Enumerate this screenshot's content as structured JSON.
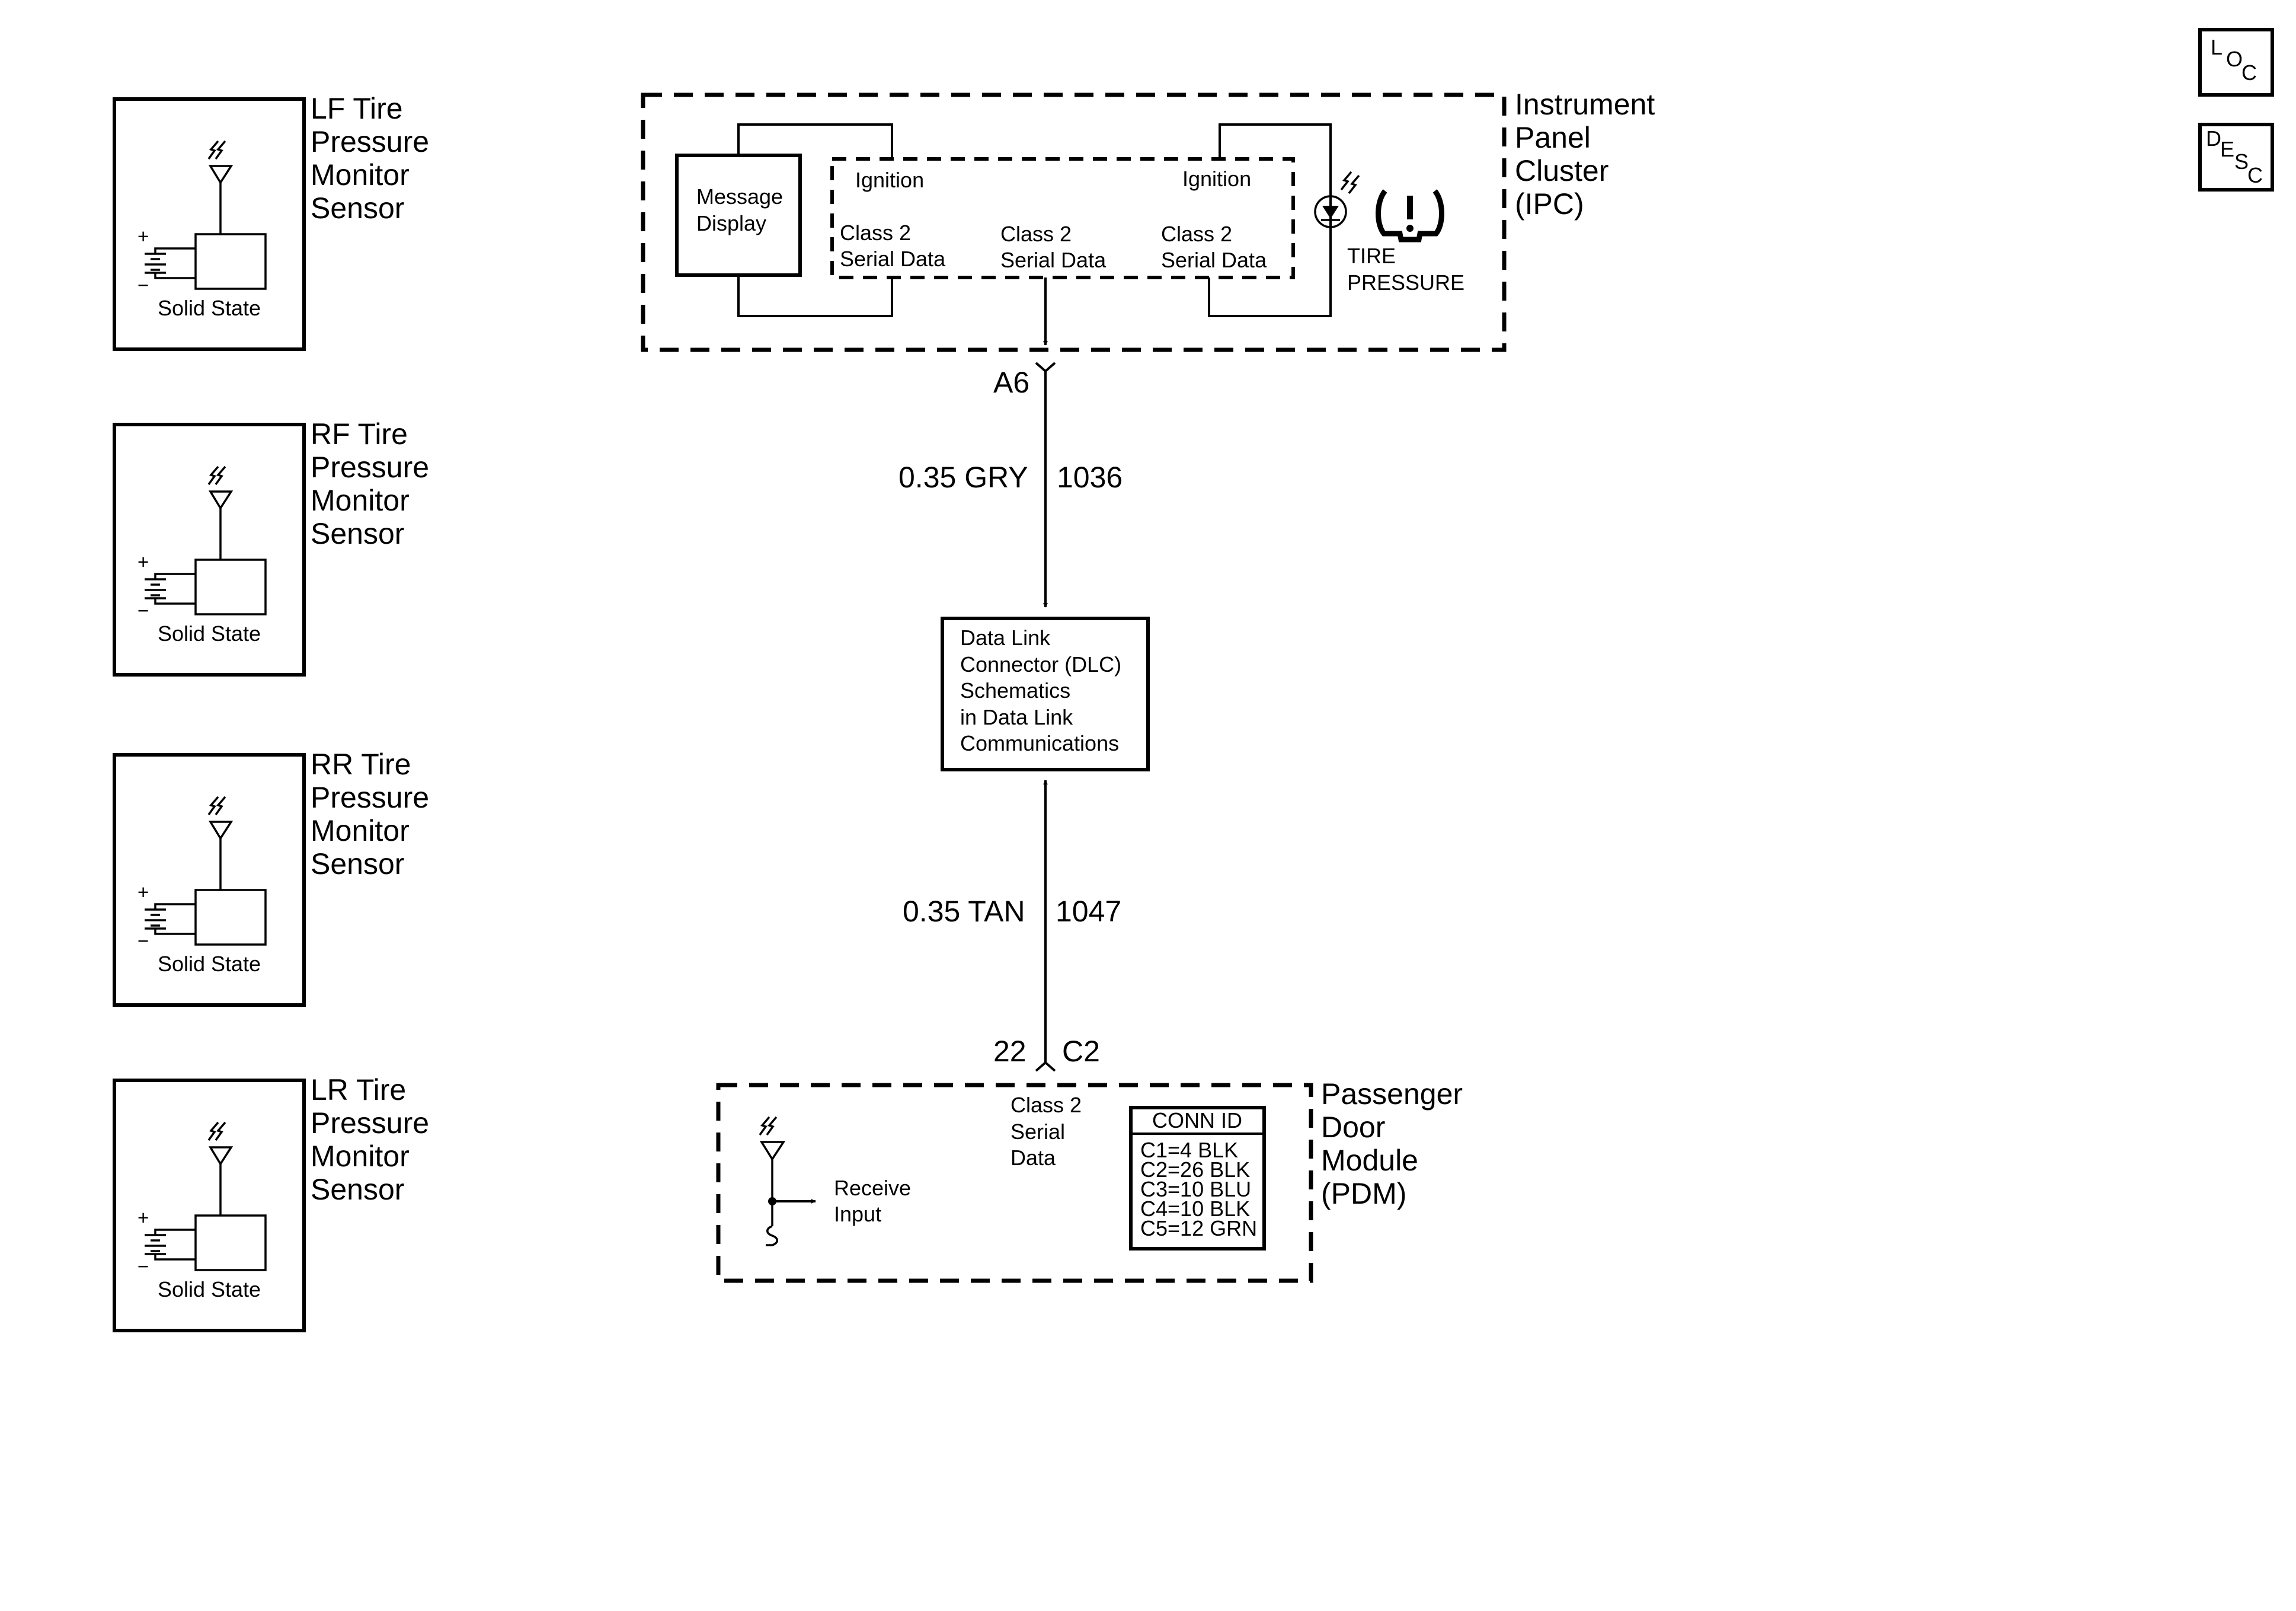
{
  "sensors": [
    {
      "title": [
        "LF Tire",
        "Pressure",
        "Monitor",
        "Sensor"
      ],
      "type_label": "Solid State"
    },
    {
      "title": [
        "RF Tire",
        "Pressure",
        "Monitor",
        "Sensor"
      ],
      "type_label": "Solid State"
    },
    {
      "title": [
        "RR Tire",
        "Pressure",
        "Monitor",
        "Sensor"
      ],
      "type_label": "Solid State"
    },
    {
      "title": [
        "LR Tire",
        "Pressure",
        "Monitor",
        "Sensor"
      ],
      "type_label": "Solid State"
    }
  ],
  "battery_plus": "+",
  "battery_minus": "−",
  "ipc": {
    "title": [
      "Instrument",
      "Panel",
      "Cluster",
      "(IPC)"
    ],
    "message_display": [
      "Message",
      "Display"
    ],
    "ignition_left": "Ignition",
    "ignition_right": "Ignition",
    "class2_left": [
      "Class 2",
      "Serial Data"
    ],
    "class2_center": [
      "Class 2",
      "Serial Data"
    ],
    "class2_right": [
      "Class 2",
      "Serial Data"
    ],
    "indicator": [
      "TIRE",
      "PRESSURE"
    ]
  },
  "connector_a6": "A6",
  "wire_upper": {
    "gauge_color": "0.35 GRY",
    "circuit": "1036"
  },
  "dlc": {
    "lines": [
      "Data Link",
      "Connector (DLC)",
      "Schematics",
      "in Data Link",
      "Communications"
    ]
  },
  "wire_lower": {
    "gauge_color": "0.35 TAN",
    "circuit": "1047"
  },
  "connector_pdm": {
    "pin": "22",
    "connector": "C2"
  },
  "pdm": {
    "title": [
      "Passenger",
      "Door",
      "Module",
      "(PDM)"
    ],
    "class2": [
      "Class 2",
      "Serial",
      "Data"
    ],
    "receive": [
      "Receive",
      "Input"
    ],
    "conn_id_header": "CONN ID",
    "conn_id": [
      "C1=4 BLK",
      "C2=26 BLK",
      "C3=10 BLU",
      "C4=10 BLK",
      "C5=12 GRN"
    ]
  },
  "nav": {
    "loc": [
      "L",
      "O",
      "C"
    ],
    "desc": [
      "D",
      "E",
      "S",
      "C"
    ]
  }
}
